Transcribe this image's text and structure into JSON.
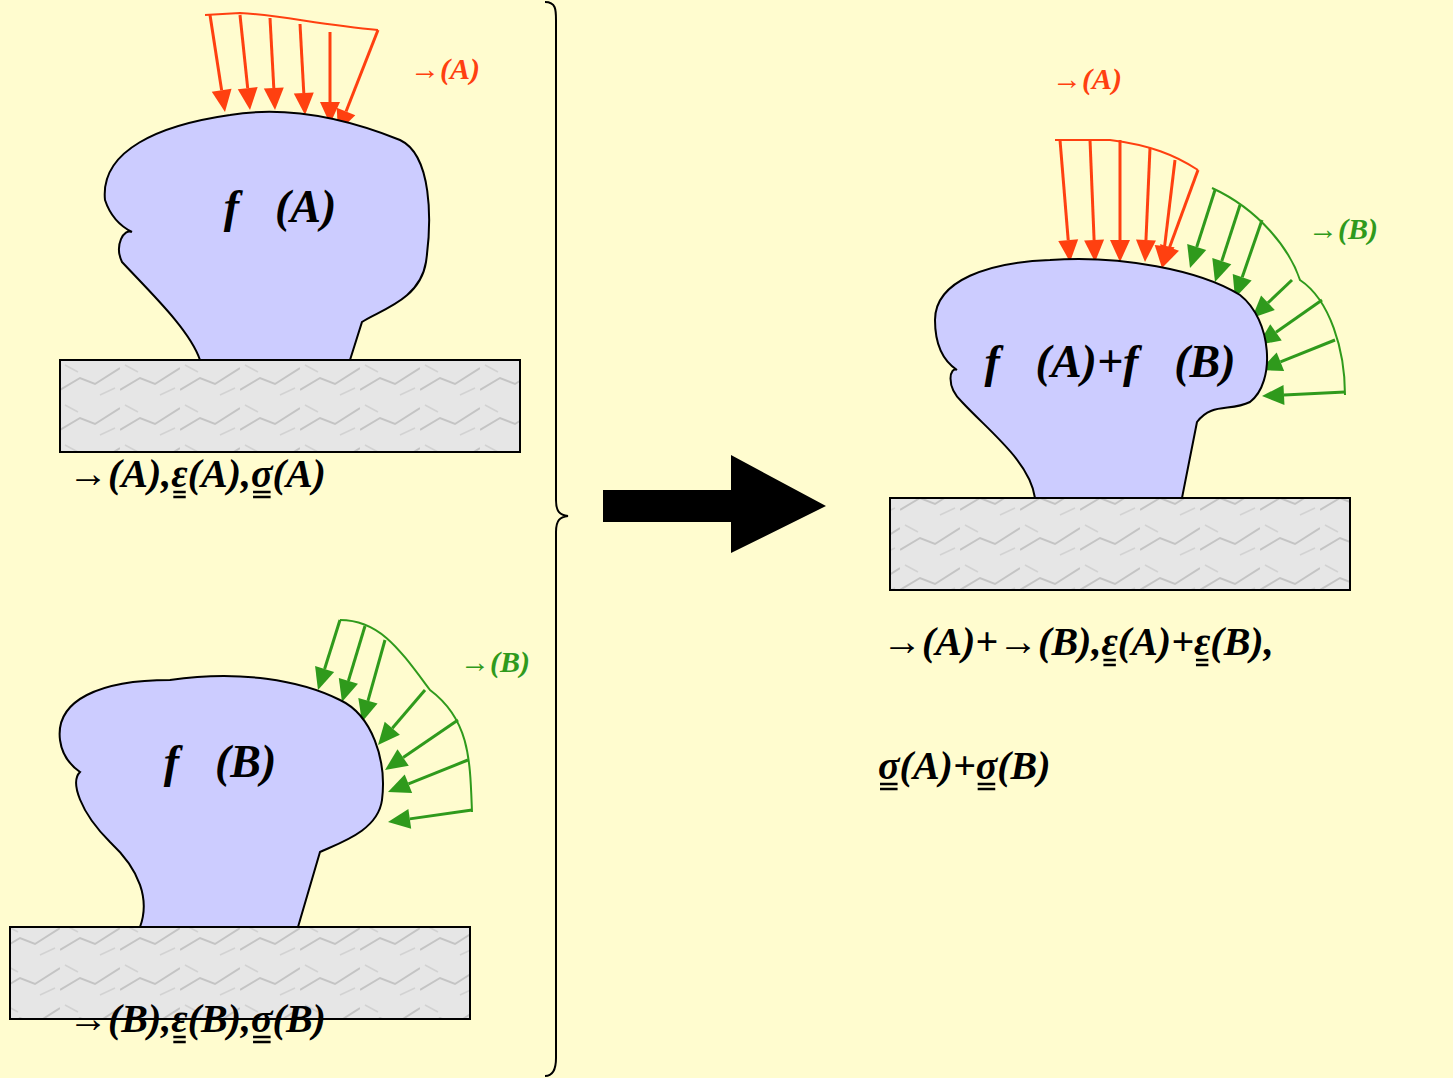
{
  "diagram": {
    "nodes": [
      {
        "text": [
          "f⃗(A)"
        ]
      },
      {
        "text": [
          "f⃗(B)"
        ]
      },
      {
        "text": [
          "f⃗(A)+f⃗(B)"
        ]
      }
    ],
    "labels": [
      "→(A)",
      "→(A),ε(A),σ(A)",
      "→(B)",
      "→(B),ε(B),σ(B)",
      "→(A)",
      "→(B)",
      "→(A)+→(B),ε(A)+ε(B),",
      "σ(A)+σ(B)"
    ]
  }
}
